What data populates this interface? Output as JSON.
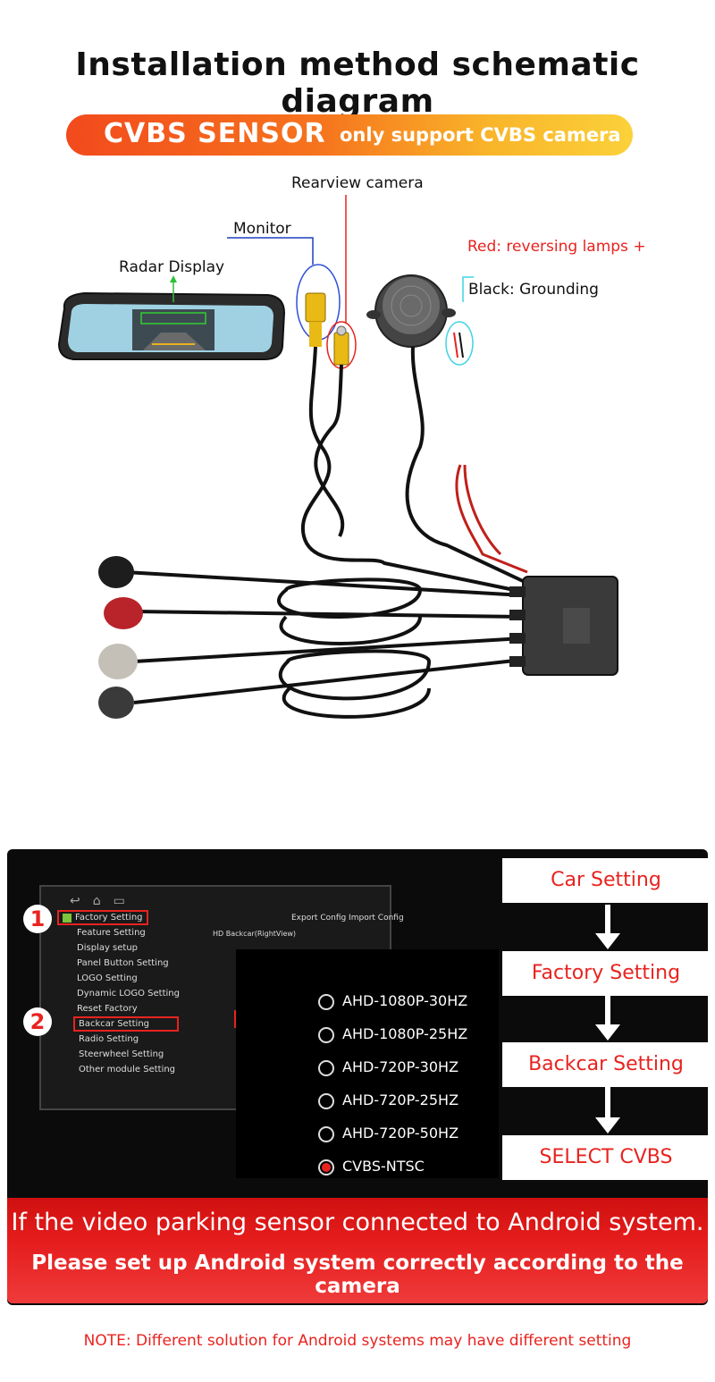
{
  "title": "Installation method schematic diagram",
  "banner": {
    "main": "CVBS SENSOR",
    "sub": "only support CVBS camera"
  },
  "labels": {
    "rearview_camera": "Rearview camera",
    "monitor": "Monitor",
    "radar_display": "Radar Display",
    "red_wire": "Red: reversing lamps +",
    "black_wire": "Black: Grounding"
  },
  "android_menu": {
    "step1_marker": "1",
    "step2_marker": "2",
    "header": "Factory Setting",
    "items": [
      "Feature Setting",
      "Display setup",
      "Panel Button Setting",
      "LOGO Setting",
      "Dynamic LOGO Setting",
      "Reset Factory",
      "Backcar Setting",
      "Radio Setting",
      "Steerwheel Setting",
      "Other module Setting"
    ],
    "top_right": "Export Config  Import Config",
    "detail": "HD Backcar(RightView)"
  },
  "camera_options": [
    {
      "label": "AHD-1080P-30HZ",
      "selected": false
    },
    {
      "label": "AHD-1080P-25HZ",
      "selected": false
    },
    {
      "label": "AHD-720P-30HZ",
      "selected": false
    },
    {
      "label": "AHD-720P-25HZ",
      "selected": false
    },
    {
      "label": "AHD-720P-50HZ",
      "selected": false
    },
    {
      "label": "CVBS-NTSC",
      "selected": true
    }
  ],
  "steps": [
    "Car Setting",
    "Factory Setting",
    "Backcar Setting",
    "SELECT CVBS"
  ],
  "band": {
    "line1": "If the video parking sensor connected to Android system.",
    "line2": "Please set up Android system correctly according to the camera"
  },
  "note": "NOTE: Different solution for Android systems may have different setting",
  "colors": {
    "accent_red": "#e8231f",
    "banner_start": "#f24a1d",
    "banner_end": "#fbd13a"
  }
}
